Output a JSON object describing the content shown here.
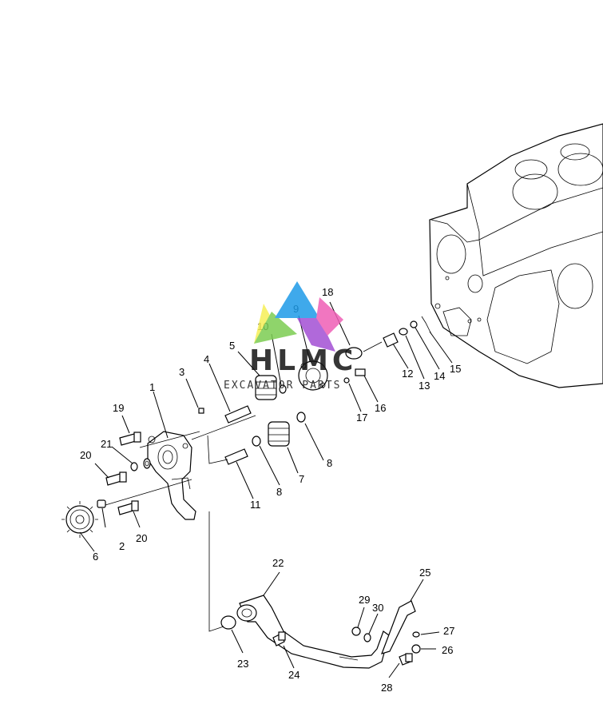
{
  "watermark": {
    "brand": "HLMC",
    "tagline": "EXCAVATOR PARTS",
    "colors": [
      "#f6ef57",
      "#7ccd52",
      "#1e9be8",
      "#a34fd4",
      "#ef5fb6"
    ]
  },
  "parts": [
    {
      "id": "1",
      "label": "1"
    },
    {
      "id": "2",
      "label": "2"
    },
    {
      "id": "3",
      "label": "3"
    },
    {
      "id": "4",
      "label": "4"
    },
    {
      "id": "5",
      "label": "5"
    },
    {
      "id": "6",
      "label": "6"
    },
    {
      "id": "7",
      "label": "7"
    },
    {
      "id": "8a",
      "label": "8"
    },
    {
      "id": "8b",
      "label": "8"
    },
    {
      "id": "9",
      "label": "9"
    },
    {
      "id": "10",
      "label": "10"
    },
    {
      "id": "11",
      "label": "11"
    },
    {
      "id": "12",
      "label": "12"
    },
    {
      "id": "13",
      "label": "13"
    },
    {
      "id": "14",
      "label": "14"
    },
    {
      "id": "15",
      "label": "15"
    },
    {
      "id": "16",
      "label": "16"
    },
    {
      "id": "17",
      "label": "17"
    },
    {
      "id": "18",
      "label": "18"
    },
    {
      "id": "19",
      "label": "19"
    },
    {
      "id": "20a",
      "label": "20"
    },
    {
      "id": "20b",
      "label": "20"
    },
    {
      "id": "21",
      "label": "21"
    },
    {
      "id": "22",
      "label": "22"
    },
    {
      "id": "23",
      "label": "23"
    },
    {
      "id": "24",
      "label": "24"
    },
    {
      "id": "25",
      "label": "25"
    },
    {
      "id": "26",
      "label": "26"
    },
    {
      "id": "27",
      "label": "27"
    },
    {
      "id": "28",
      "label": "28"
    },
    {
      "id": "29",
      "label": "29"
    },
    {
      "id": "30",
      "label": "30"
    }
  ]
}
